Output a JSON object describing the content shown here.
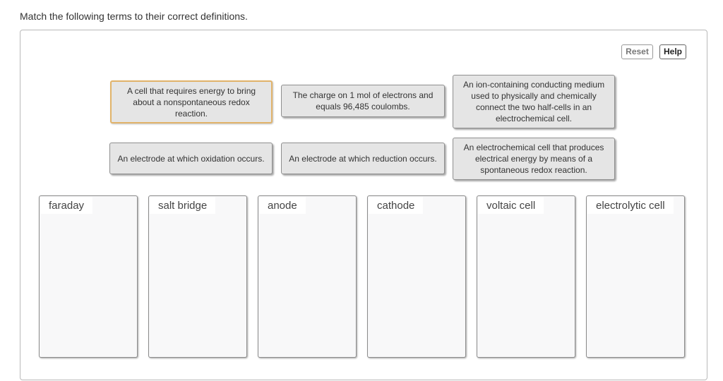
{
  "prompt": "Match the following terms to their correct definitions.",
  "toolbar": {
    "reset_label": "Reset",
    "help_label": "Help"
  },
  "definitions": [
    {
      "text": "A cell that requires energy to bring about a nonspontaneous redox reaction."
    },
    {
      "text": "The charge on 1 mol of electrons and equals 96,485 coulombs."
    },
    {
      "text": "An ion-containing conducting medium used to physically and chemically connect the two half-cells in an electrochemical cell."
    },
    {
      "text": "An electrode at which oxidation occurs."
    },
    {
      "text": "An electrode at which reduction occurs."
    },
    {
      "text": "An electrochemical cell that produces electrical energy by means of a spontaneous redox reaction."
    }
  ],
  "targets": [
    {
      "label": "faraday"
    },
    {
      "label": "salt bridge"
    },
    {
      "label": "anode"
    },
    {
      "label": "cathode"
    },
    {
      "label": "voltaic cell"
    },
    {
      "label": "electrolytic cell"
    }
  ]
}
